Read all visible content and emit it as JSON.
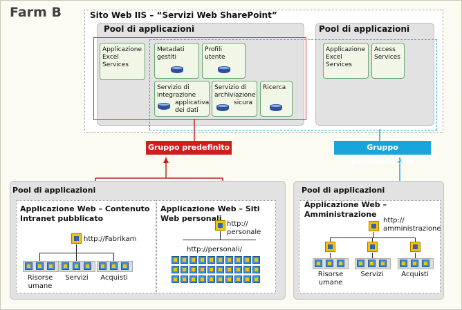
{
  "farm_title": "Farm B",
  "iis_site_title": "Sito Web IIS – “Servizi Web SharePoint”",
  "pool_left": {
    "title": "Pool di applicazioni",
    "services": {
      "excel": "Applicazione Excel Services",
      "metadata": "Metadati gestiti",
      "profiles": "Profili utente",
      "bdc": "Servizio di integrazione applicativa dei dati",
      "bdc_line1": "Servizio di",
      "bdc_line2": "integrazione",
      "bdc_line3": "applicativa",
      "bdc_line4": "dei dati",
      "secure_line1": "Servizio di",
      "secure_line2": "archiviazione",
      "secure_line3": "sicura",
      "search": "Ricerca"
    }
  },
  "pool_right": {
    "title": "Pool di applicazioni",
    "services": {
      "excel": "Applicazione Excel Services",
      "access": "Access Services"
    }
  },
  "groups": {
    "default": "Gruppo predefinito",
    "custom": "Gruppo personalizzato",
    "default_color": "#d01e1e",
    "custom_color": "#1aa4dc"
  },
  "bottom_left_pool": {
    "title": "Pool di applicazioni",
    "app1": {
      "title": "Applicazione Web – Contenuto Intranet pubblicato",
      "url": "http://Fabrikam",
      "sites": [
        "Risorse umane",
        "Servizi",
        "Acquisti"
      ]
    },
    "app2": {
      "title": "Applicazione Web – Siti Web personali",
      "url": "http:// personale",
      "sub_url": "http://personali/"
    }
  },
  "bottom_right_pool": {
    "title": "Pool di applicazioni",
    "app": {
      "title": "Applicazione Web – Amministrazione",
      "url": "http:// amministrazione",
      "sites": [
        "Risorse umane",
        "Servizi",
        "Acquisti"
      ]
    }
  }
}
